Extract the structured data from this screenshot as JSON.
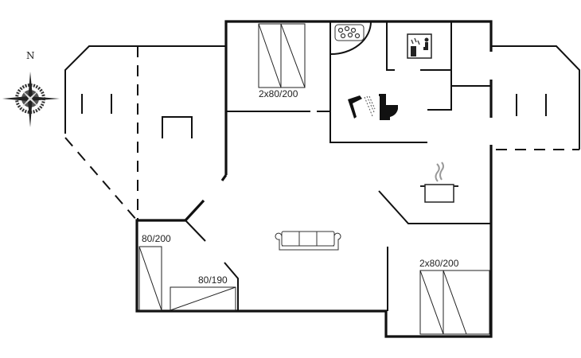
{
  "compass": {
    "north_label": "N"
  },
  "beds": [
    {
      "room": "top-bedroom",
      "label": "2x80/200"
    },
    {
      "room": "left-bedroom-single",
      "label": "80/200"
    },
    {
      "room": "left-bedroom-bunk",
      "label": "80/190"
    },
    {
      "room": "bottom-right-bedroom",
      "label": "2x80/200"
    }
  ],
  "colors": {
    "wall": "#111111",
    "background": "#ffffff"
  }
}
